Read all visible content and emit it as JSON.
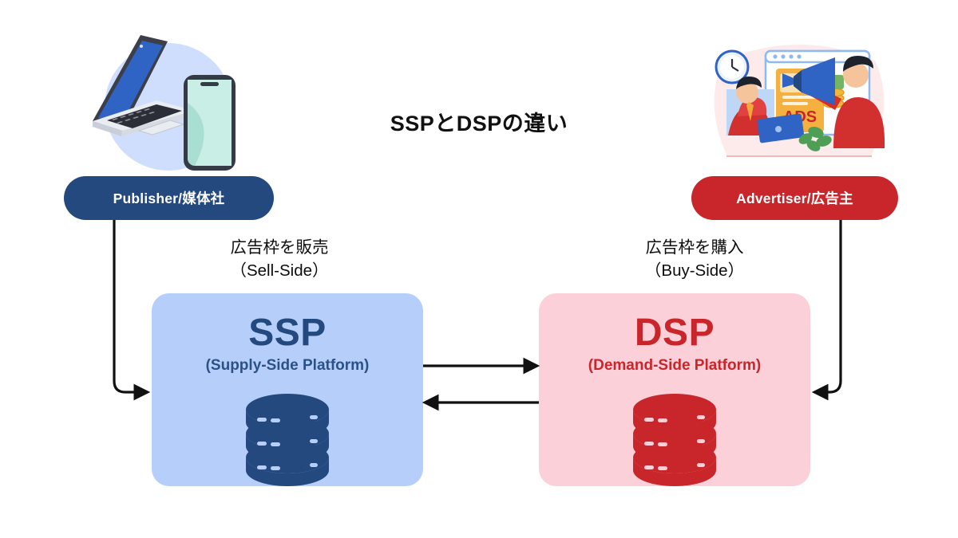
{
  "page": {
    "title": "SSPとDSPの違い",
    "background": "#ffffff"
  },
  "colors": {
    "navy": "#23497f",
    "navy_text": "#24497f",
    "red": "#c8262b",
    "light_blue_box": "#b6cefa",
    "light_pink_box": "#fbd0d9",
    "arrow": "#111111",
    "title_text": "#111111"
  },
  "left_branch": {
    "illustration": "laptop-and-smartphone-illustration",
    "pill": {
      "label": "Publisher/媒体社",
      "color": "#23497f",
      "text_color": "#ffffff"
    },
    "caption": {
      "line1": "広告枠を販売",
      "line2": "（Sell-Side）"
    },
    "box": {
      "abbr": "SSP",
      "full": "(Supply-Side Platform)",
      "icon": "database-icon",
      "fill": "#b6cefa",
      "text_color": "#24497f"
    }
  },
  "right_branch": {
    "illustration": "advertising-team-megaphone-illustration",
    "illustration_text": "ADS",
    "pill": {
      "label": "Advertiser/広告主",
      "color": "#c8262b",
      "text_color": "#ffffff"
    },
    "caption": {
      "line1": "広告枠を購入",
      "line2": "（Buy-Side）"
    },
    "box": {
      "abbr": "DSP",
      "full": "(Demand-Side Platform)",
      "icon": "database-icon",
      "fill": "#fbd0d9",
      "text_color": "#c8262b"
    }
  },
  "connectors": [
    {
      "name": "publisher-to-ssp",
      "from": "Publisher/媒体社",
      "to": "SSP",
      "shape": "elbow-down-right",
      "direction": "one-way"
    },
    {
      "name": "advertiser-to-dsp",
      "from": "Advertiser/広告主",
      "to": "DSP",
      "shape": "elbow-down-left",
      "direction": "one-way"
    },
    {
      "name": "ssp-to-dsp",
      "from": "SSP",
      "to": "DSP",
      "shape": "straight",
      "direction": "right"
    },
    {
      "name": "dsp-to-ssp",
      "from": "DSP",
      "to": "SSP",
      "shape": "straight",
      "direction": "left"
    }
  ]
}
